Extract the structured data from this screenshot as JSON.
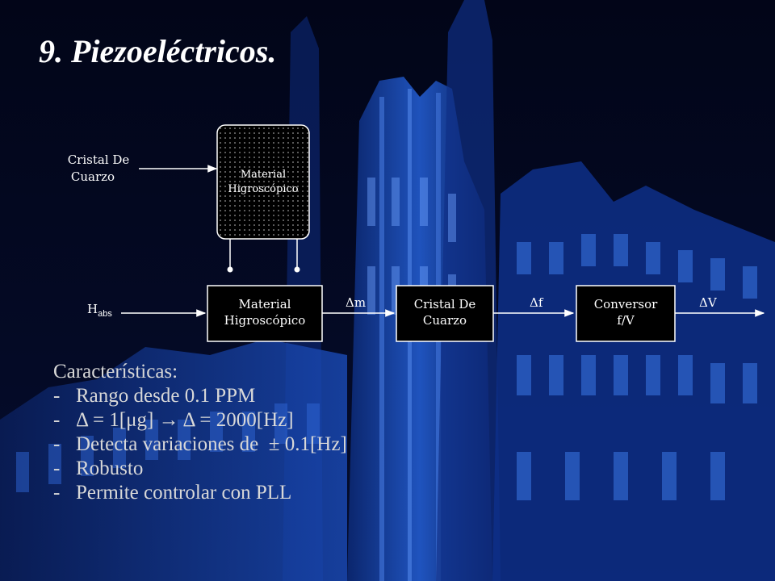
{
  "slide": {
    "title": "9. Piezoeléctricos."
  },
  "top_diagram": {
    "input_label_line1": "Cristal De",
    "input_label_line2": "Cuarzo",
    "block_line1": "Material",
    "block_line2": "Higroscópico"
  },
  "chain": {
    "input_main": "H",
    "input_sub": "abs",
    "blocks": [
      {
        "line1": "Material",
        "line2": "Higroscópico"
      },
      {
        "line1": "Cristal De",
        "line2": "Cuarzo"
      },
      {
        "line1": "Conversor",
        "line2": "f/V"
      }
    ],
    "signals": [
      "Δm",
      "Δf",
      "ΔV"
    ]
  },
  "features": {
    "heading": "Características:",
    "bullet": "-",
    "items": [
      "Rango desde 0.1 PPM",
      "Δ = 1[μg] → Δ = 2000[Hz]",
      "Detecta variaciones de  ± 0.1[Hz]",
      "Robusto",
      "Permite controlar con PLL"
    ]
  },
  "colors": {
    "background": "#02061a",
    "building": "#1b4fc4",
    "text": "#ffffff",
    "features_text": "#d8d8d8",
    "line": "#ffffff"
  }
}
